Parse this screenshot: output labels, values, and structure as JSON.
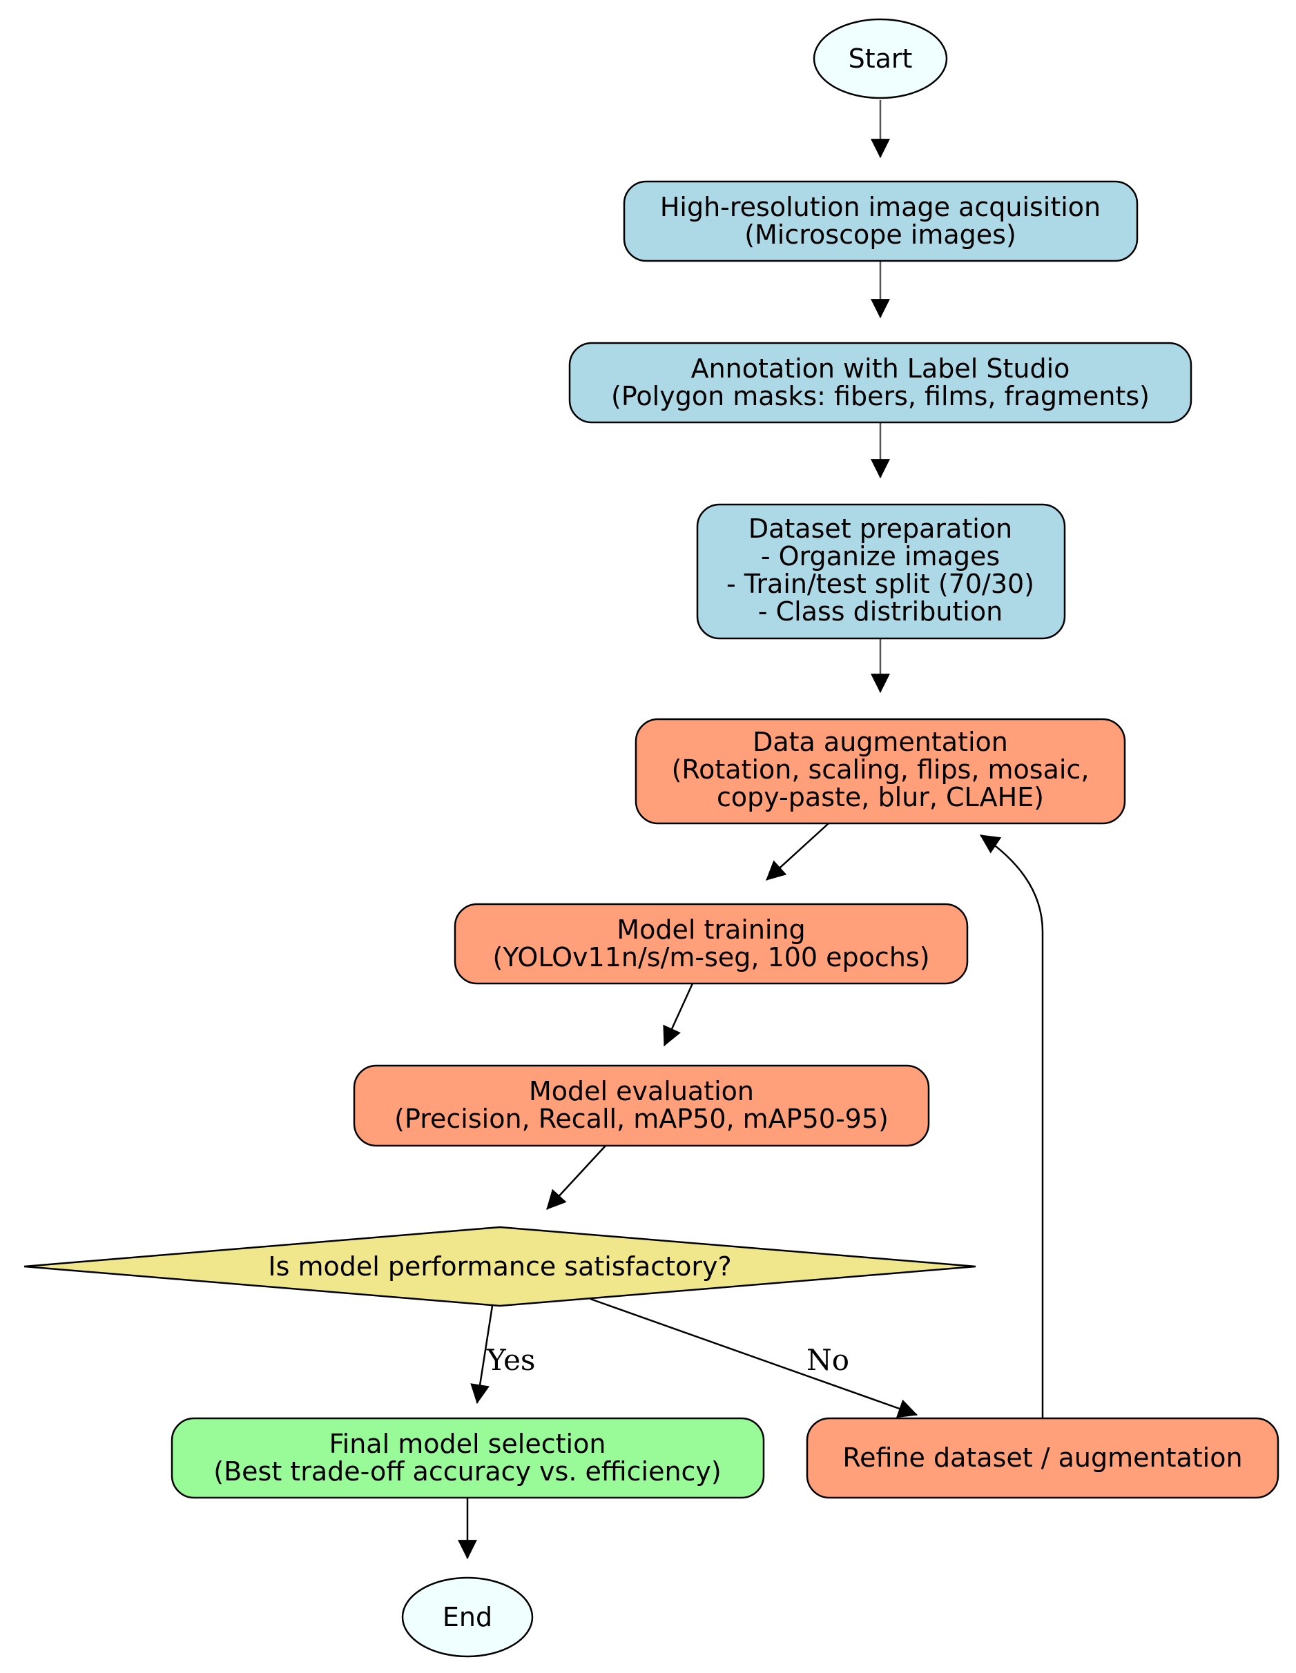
{
  "colors": {
    "terminal": "#f0ffff",
    "prep": "#add8e6",
    "model": "#ffa07a",
    "decision": "#f0e68c",
    "final": "#98fb98"
  },
  "nodes": {
    "start": {
      "lines": [
        "Start"
      ]
    },
    "acquisition": {
      "lines": [
        "High-resolution image acquisition",
        "(Microscope images)"
      ]
    },
    "annotation": {
      "lines": [
        "Annotation with Label Studio",
        "(Polygon masks: fibers, films, fragments)"
      ]
    },
    "dataset": {
      "lines": [
        "Dataset preparation",
        "- Organize images",
        "- Train/test split (70/30)",
        "- Class distribution"
      ]
    },
    "augmentation": {
      "lines": [
        "Data augmentation",
        "(Rotation, scaling, flips, mosaic,",
        "copy-paste, blur, CLAHE)"
      ]
    },
    "training": {
      "lines": [
        "Model training",
        "(YOLOv11n/s/m-seg, 100 epochs)"
      ]
    },
    "evaluation": {
      "lines": [
        "Model evaluation",
        "(Precision, Recall, mAP50, mAP50-95)"
      ]
    },
    "decision": {
      "lines": [
        "Is model performance satisfactory?"
      ]
    },
    "final": {
      "lines": [
        "Final model selection",
        "(Best trade-off accuracy vs. efficiency)"
      ]
    },
    "refine": {
      "lines": [
        "Refine dataset / augmentation"
      ]
    },
    "end": {
      "lines": [
        "End"
      ]
    }
  },
  "edges": {
    "yes_label": "Yes",
    "no_label": "No"
  }
}
